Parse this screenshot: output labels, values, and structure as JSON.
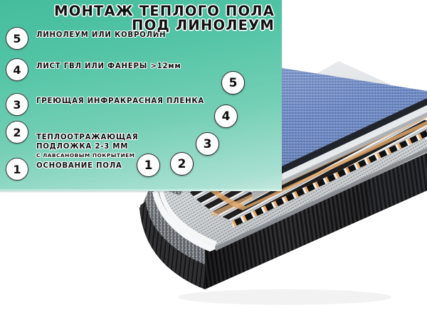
{
  "title": "МОНТАЖ ТЕПЛОГО ПОЛА\nПОД ЛИНОЛЕУМ",
  "legend": {
    "items": [
      {
        "number": "5",
        "label": "ЛИНОЛЕУМ ИЛИ КОВРОЛИН",
        "sub": ""
      },
      {
        "number": "4",
        "label": "ЛИСТ ГВЛ ИЛИ ФАНЕРЫ >12мм",
        "sub": ""
      },
      {
        "number": "3",
        "label": "ГРЕЮЩАЯ ИНФРАКРАСНАЯ ПЛЕНКА",
        "sub": ""
      },
      {
        "number": "2",
        "label": "ТЕПЛООТРАЖАЮЩАЯ\nПОДЛОЖКА 2-3 ММ",
        "sub": "С ЛАВСАНОВЫМ ПОКРЫТИЕМ"
      },
      {
        "number": "1",
        "label": "ОСНОВАНИЕ ПОЛА",
        "sub": ""
      }
    ]
  },
  "callouts": [
    {
      "number": "1"
    },
    {
      "number": "2"
    },
    {
      "number": "3"
    },
    {
      "number": "4"
    },
    {
      "number": "5"
    }
  ],
  "colors": {
    "panel_top": "#45bd9c",
    "panel_bottom": "#c6e9de",
    "carpet_blue": "#6b87c0",
    "board_gray": "#d5d8da",
    "film_black": "#111111",
    "busbar_copper": "#e0a463",
    "foil_silver": "#b9bdc0",
    "base_dark": "#232323",
    "background": "#ffffff"
  }
}
